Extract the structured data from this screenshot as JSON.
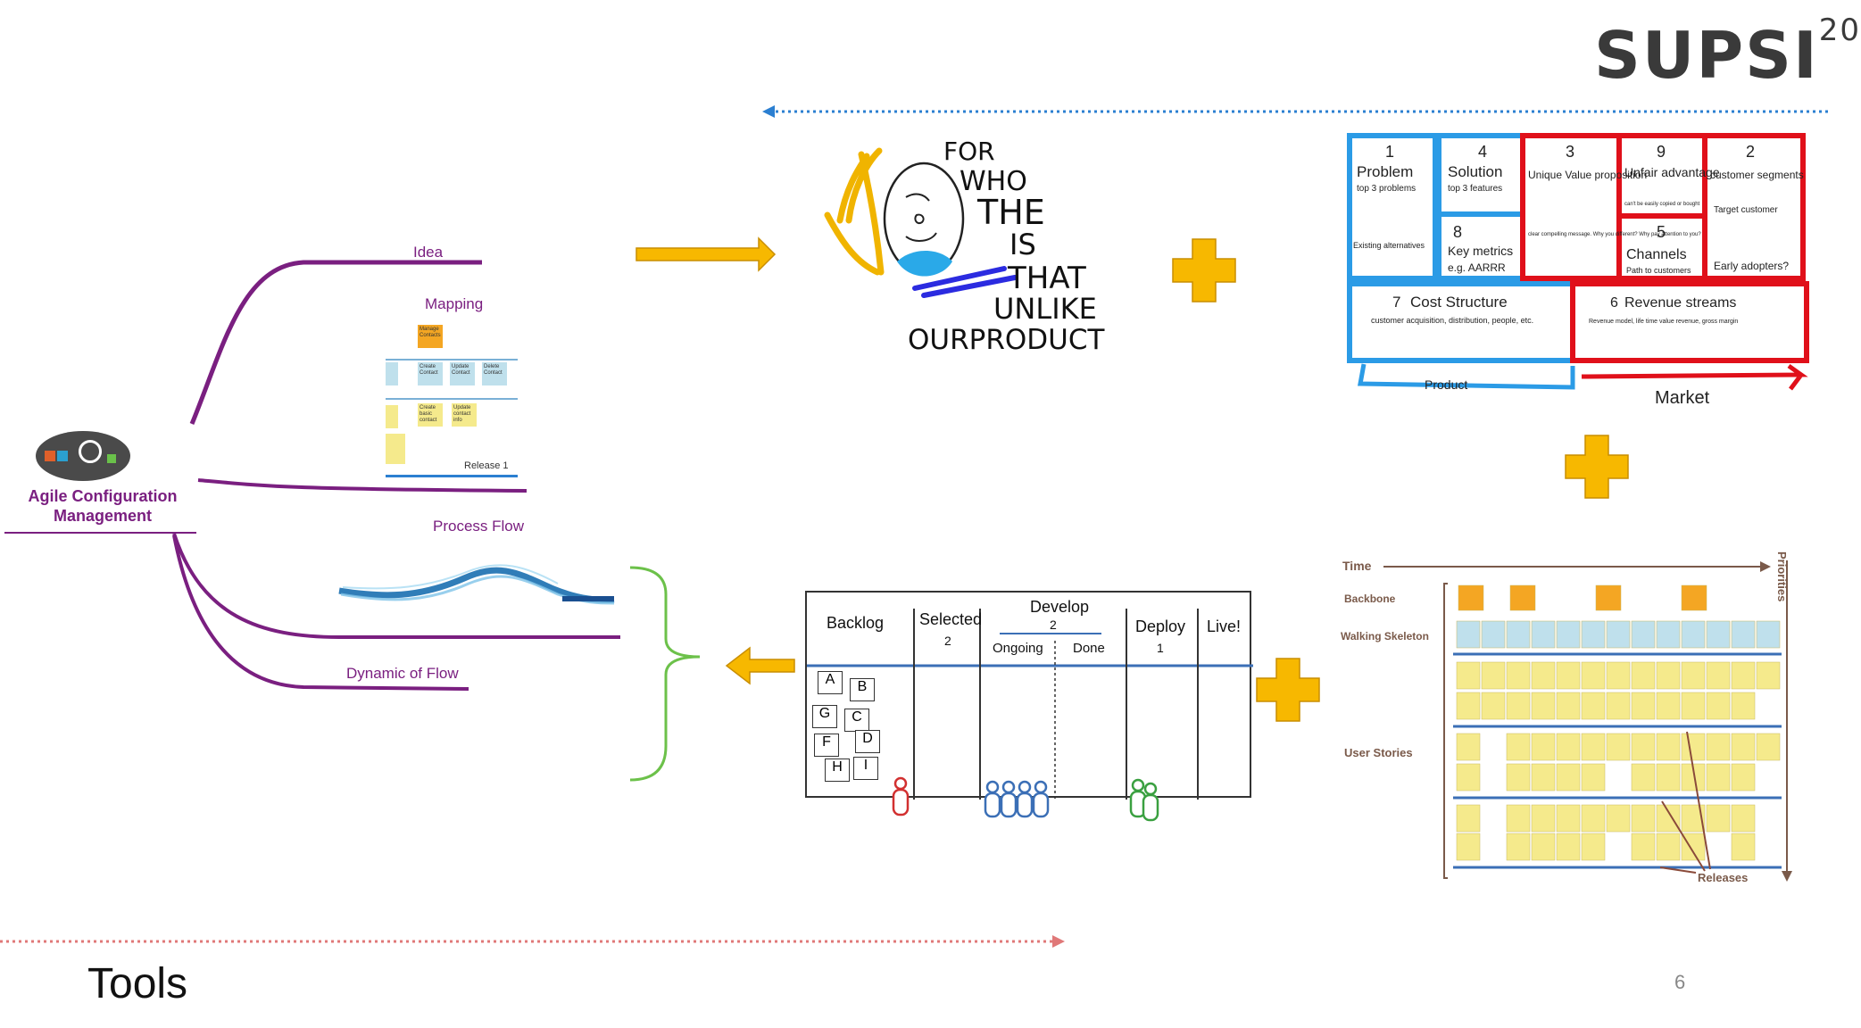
{
  "logo": {
    "text": "SUPSI",
    "superscript": "20"
  },
  "slide": {
    "title": "Tools",
    "page_number": "6"
  },
  "mindmap": {
    "root": "Agile Configuration Management",
    "branches": [
      "Idea",
      "Mapping",
      "Process Flow",
      "Dynamic of Flow"
    ],
    "mapping_thumb": {
      "top_card": "Manage Contacts",
      "row1": [
        "Create Contact",
        "Update Contact",
        "Delete Contact"
      ],
      "row2": [
        "Create basic contact",
        "Update contact info"
      ],
      "release": "Release 1"
    }
  },
  "sketch": {
    "lines": [
      "FOR",
      "WHO",
      "THE",
      "IS",
      "THAT",
      "UNLIKE",
      "OURPRODUCT"
    ]
  },
  "lean_canvas": {
    "cells": {
      "problem": {
        "num": "1",
        "title": "Problem",
        "sub": "top 3 problems",
        "extra": "Existing alternatives"
      },
      "solution": {
        "num": "4",
        "title": "Solution",
        "sub": "top 3 features"
      },
      "key_metrics": {
        "num": "8",
        "title": "Key metrics",
        "sub": "e.g. AARRR"
      },
      "uvp": {
        "num": "3",
        "title": "Unique Value proposition",
        "sub": "clear compelling message. Why you different? Why pay attention to you?"
      },
      "unfair": {
        "num": "9",
        "title": "Unfair advantage",
        "sub": "can't be easily copied or bought"
      },
      "channels": {
        "num": "5",
        "title": "Channels",
        "sub": "Path to customers"
      },
      "segments": {
        "num": "2",
        "title": "customer segments",
        "sub": "Target customer",
        "extra": "Early adopters?"
      },
      "cost": {
        "num": "7",
        "title": "Cost Structure",
        "sub": "customer acquisition, distribution, people, etc."
      },
      "revenue": {
        "num": "6",
        "title": "Revenue streams",
        "sub": "Revenue model, life time value revenue, gross margin"
      }
    },
    "product_label": "Product",
    "market_label": "Market"
  },
  "kanban": {
    "columns": [
      "Backlog",
      "Selected",
      "Develop",
      "Deploy",
      "Live!"
    ],
    "selected_limit": "2",
    "develop_limit": "2",
    "deploy_limit": "1",
    "develop_sub": [
      "Ongoing",
      "Done"
    ],
    "cards": [
      "A",
      "B",
      "G",
      "C",
      "F",
      "D",
      "H",
      "I"
    ]
  },
  "story_map": {
    "time_label": "Time",
    "priorities_label": "Priorities",
    "row_labels": [
      "Backbone",
      "Walking Skeleton",
      "User Stories"
    ],
    "releases_label": "Releases"
  },
  "colors": {
    "purple": "#7a1f80",
    "arrow_yellow": "#f7b800",
    "lean_blue": "#2b9be6",
    "lean_red": "#e0101a",
    "sticky_yellow": "#f5ea8c",
    "sticky_orange": "#f4a623",
    "sticky_blue": "#bfe0ec"
  }
}
